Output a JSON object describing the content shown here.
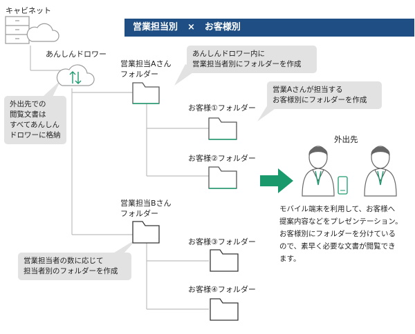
{
  "header": {
    "left": "営業担当別",
    "sep": "×",
    "right": "お客様別"
  },
  "cabinet": {
    "label": "キャビネット"
  },
  "cloud": {
    "label": "あんしんドロワー"
  },
  "callouts": {
    "sales_folder_note": [
      "あんしんドロワー内に",
      "営業担当者別にフォルダーを作成"
    ],
    "customer_folder_note": [
      "営業Aさんが担当する",
      "お客様別にフォルダーを作成"
    ],
    "storage_note": [
      "外出先での",
      "閲覧文書は",
      "すべてあんしん",
      "ドロワーに格納"
    ],
    "count_note": [
      "営業担当者の数に応じて",
      "担当者別のフォルダーを作成"
    ]
  },
  "folders": {
    "sales_a": [
      "営業担当Aさん",
      "フォルダー"
    ],
    "customer_1": "お客様①フォルダー",
    "customer_2": "お客様②フォルダー",
    "sales_b": [
      "営業担当Bさん",
      "フォルダー"
    ],
    "customer_3": "お客様③フォルダー",
    "customer_4": "お客様④フォルダー"
  },
  "field": {
    "title": "外出先",
    "description": [
      "モバイル端末を利用して、お客様へ",
      "提案内容などをプレゼンテーション。",
      "お客様別にフォルダーを分けている",
      "ので、素早く必要な文書が閲覧でき",
      "ます。"
    ]
  },
  "colors": {
    "accent_green": "#1a9a6c",
    "header_blue": "#1e4e84",
    "callout_gray": "#e2e2e2",
    "line_gray": "#b8b8b8"
  }
}
